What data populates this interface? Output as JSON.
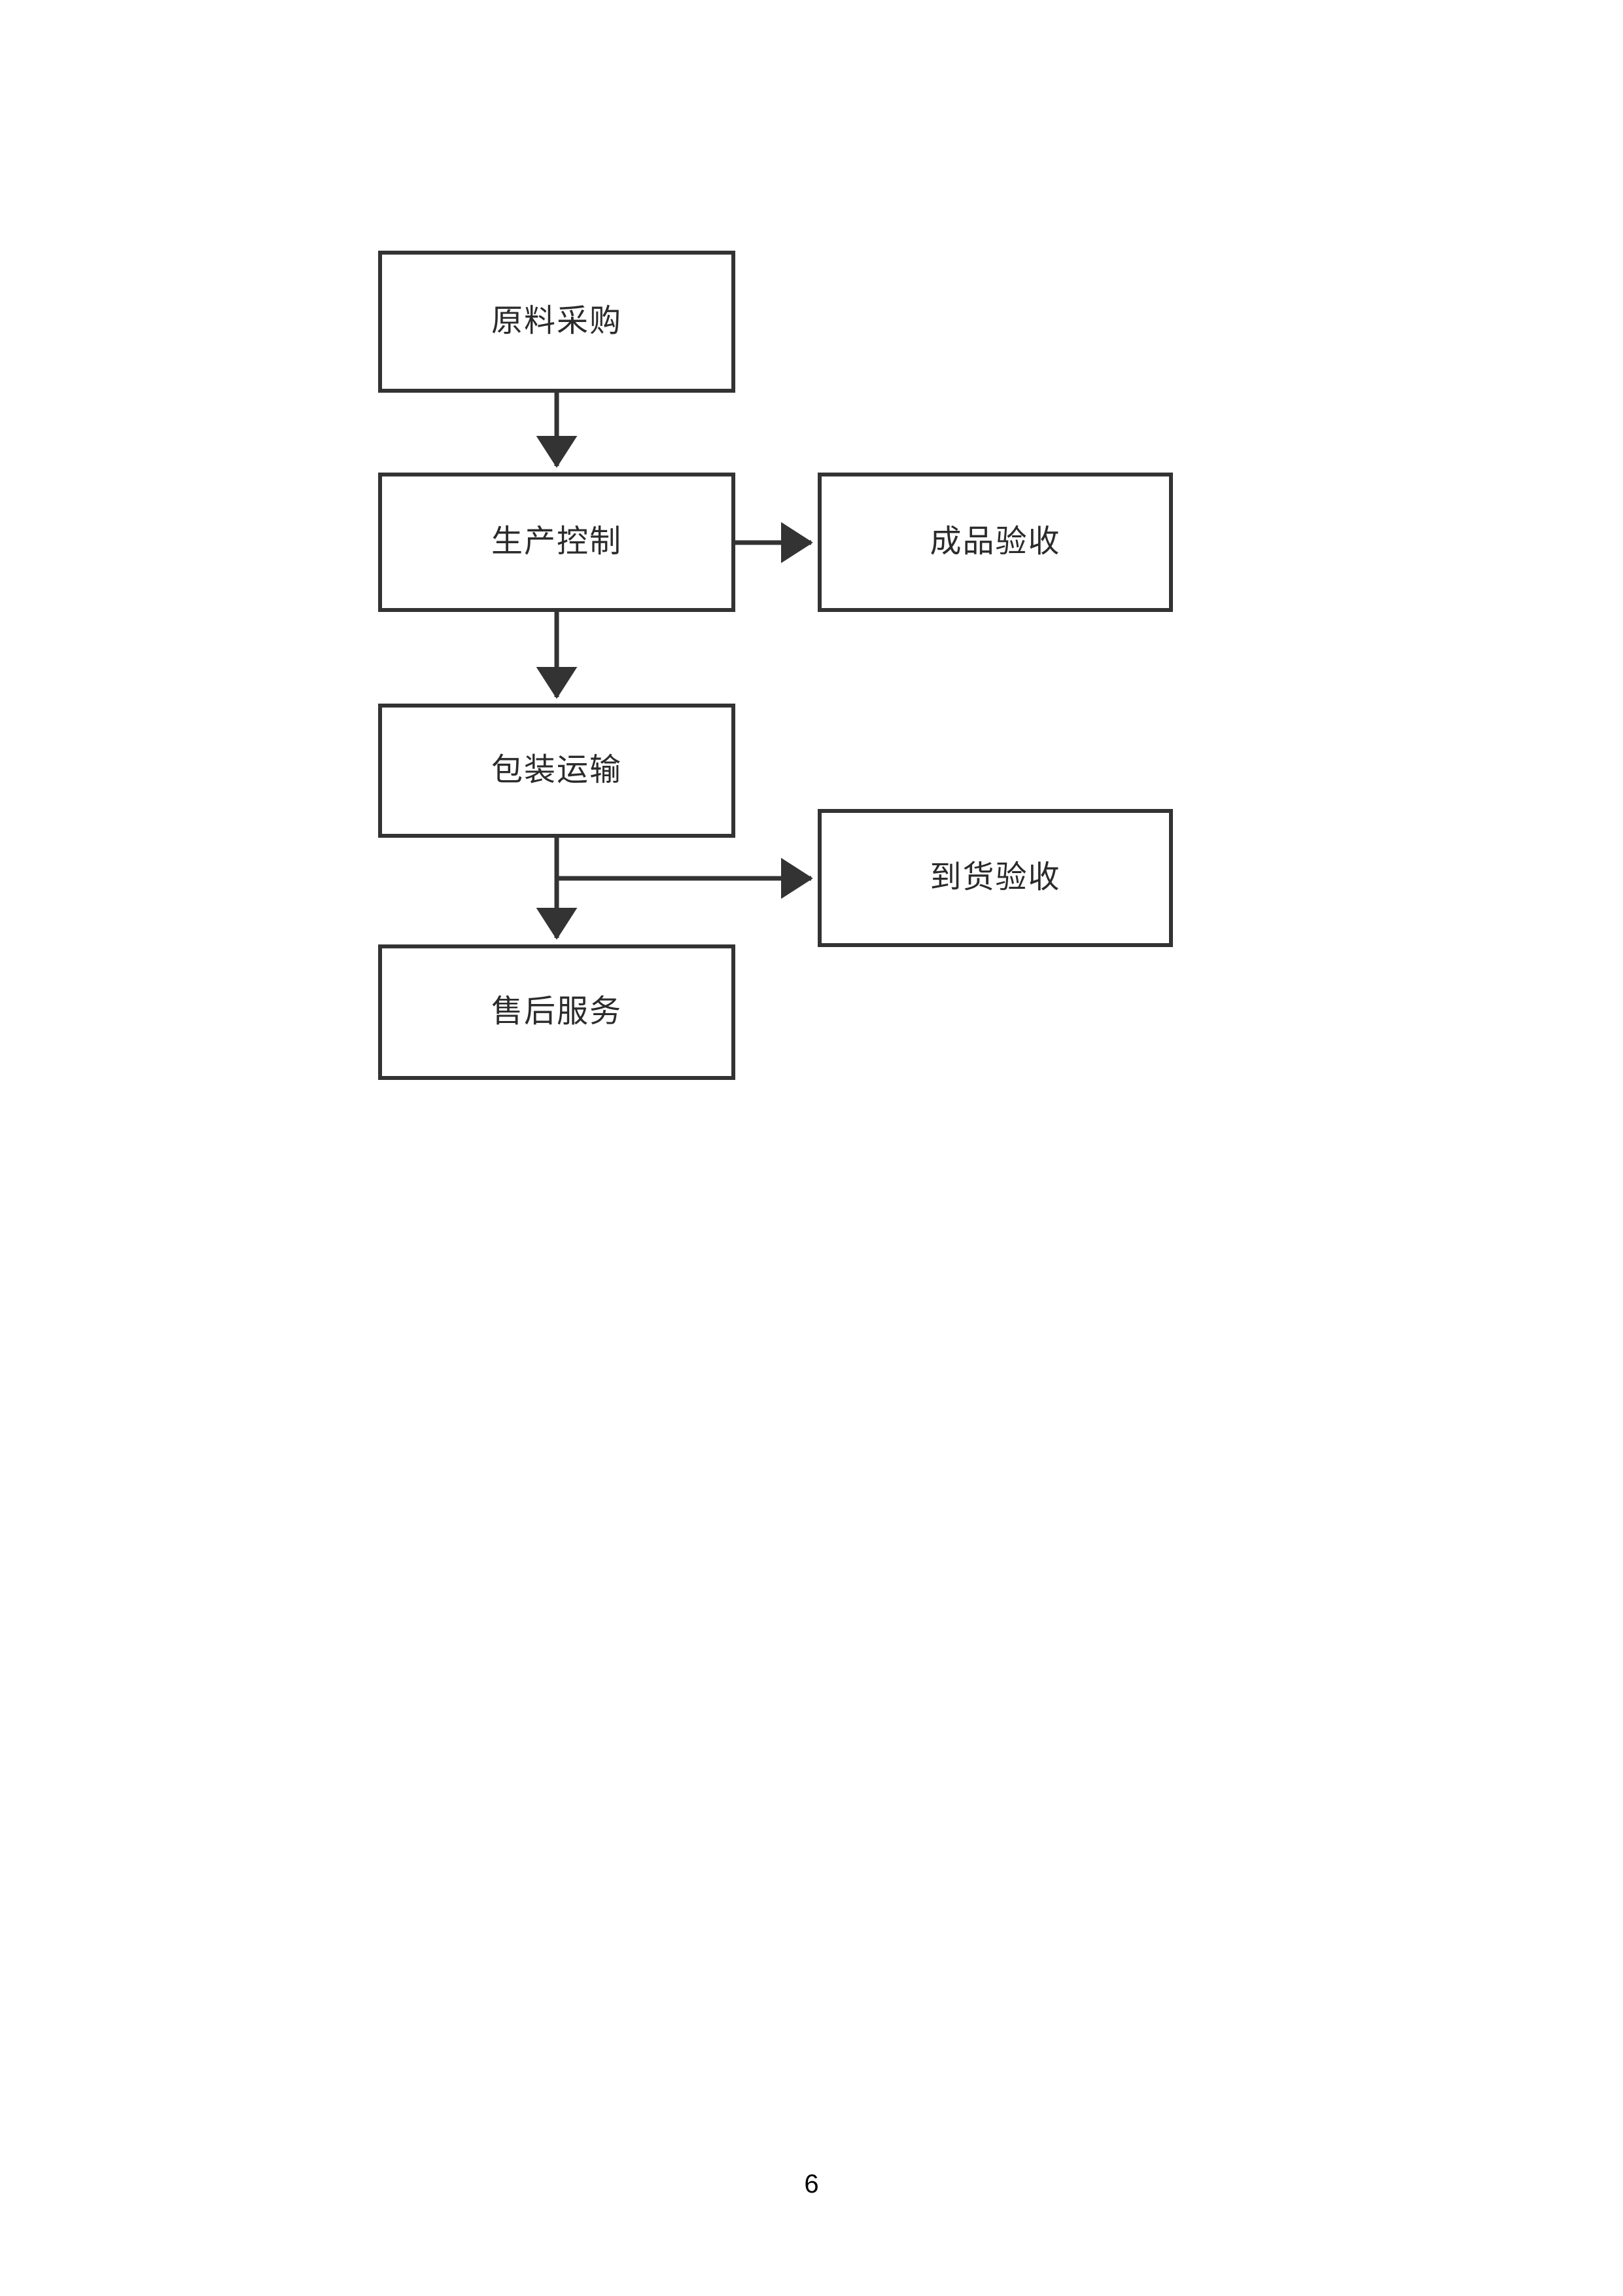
{
  "page": {
    "number": "6",
    "background_color": "#ffffff"
  },
  "diagram": {
    "type": "flowchart",
    "orientation": "top-to-bottom",
    "stroke_color": "#333333",
    "text_color": "#2b2b2b",
    "nodes": [
      {
        "id": "raw-material",
        "label": "原料采购",
        "column": "left",
        "row": 1
      },
      {
        "id": "production",
        "label": "生产控制",
        "column": "left",
        "row": 2
      },
      {
        "id": "finished-check",
        "label": "成品验收",
        "column": "right",
        "row": 2
      },
      {
        "id": "packaging",
        "label": "包装运输",
        "column": "left",
        "row": 3
      },
      {
        "id": "arrival-check",
        "label": "到货验收",
        "column": "right",
        "row": 3
      },
      {
        "id": "after-sales",
        "label": "售后服务",
        "column": "left",
        "row": 4
      }
    ],
    "edges": [
      {
        "from": "raw-material",
        "to": "production",
        "direction": "down",
        "label": ""
      },
      {
        "from": "production",
        "to": "finished-check",
        "direction": "right",
        "label": ""
      },
      {
        "from": "production",
        "to": "packaging",
        "direction": "down",
        "label": ""
      },
      {
        "from": "packaging",
        "to": "arrival-check",
        "direction": "right",
        "label": ""
      },
      {
        "from": "packaging",
        "to": "after-sales",
        "direction": "down",
        "label": ""
      }
    ]
  }
}
